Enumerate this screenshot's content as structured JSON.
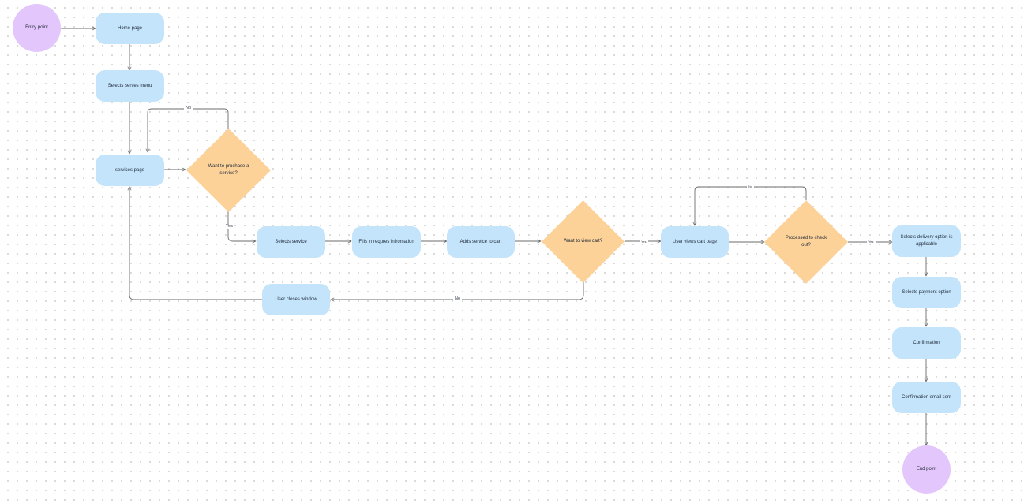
{
  "nodes": {
    "entry_point": "Entry point",
    "home_page": "Home page",
    "selects_serves_menu": "Selects serves menu",
    "services_page": "services page",
    "want_to_purchase": "Want to pruchase a service?",
    "selects_service": "Selects service",
    "fills_info": "Fills in requres infromation",
    "adds_to_cart": "Adds service to cart",
    "want_view_cart": "Want to view cart?",
    "user_views_cart": "User views cart page",
    "processed_checkout": "Processed to check out?",
    "selects_delivery": "Selects delivery option is applicable",
    "selects_payment": "Selects payment option",
    "confirmation": "Confirmation",
    "confirmation_email": "Confirmation email sent",
    "end_point": "End point",
    "user_closes_window": "User closes window"
  },
  "edge_labels": {
    "purchase_no": "No",
    "purchase_yes": "Yes",
    "view_cart_yes": "Yes",
    "view_cart_no": "No",
    "checkout_no": "No",
    "checkout_yes": "Yes"
  },
  "colors": {
    "process": "#c3e4fb",
    "decision": "#fcd299",
    "terminal": "#e3c6fb",
    "connector": "#6b6b6b"
  }
}
